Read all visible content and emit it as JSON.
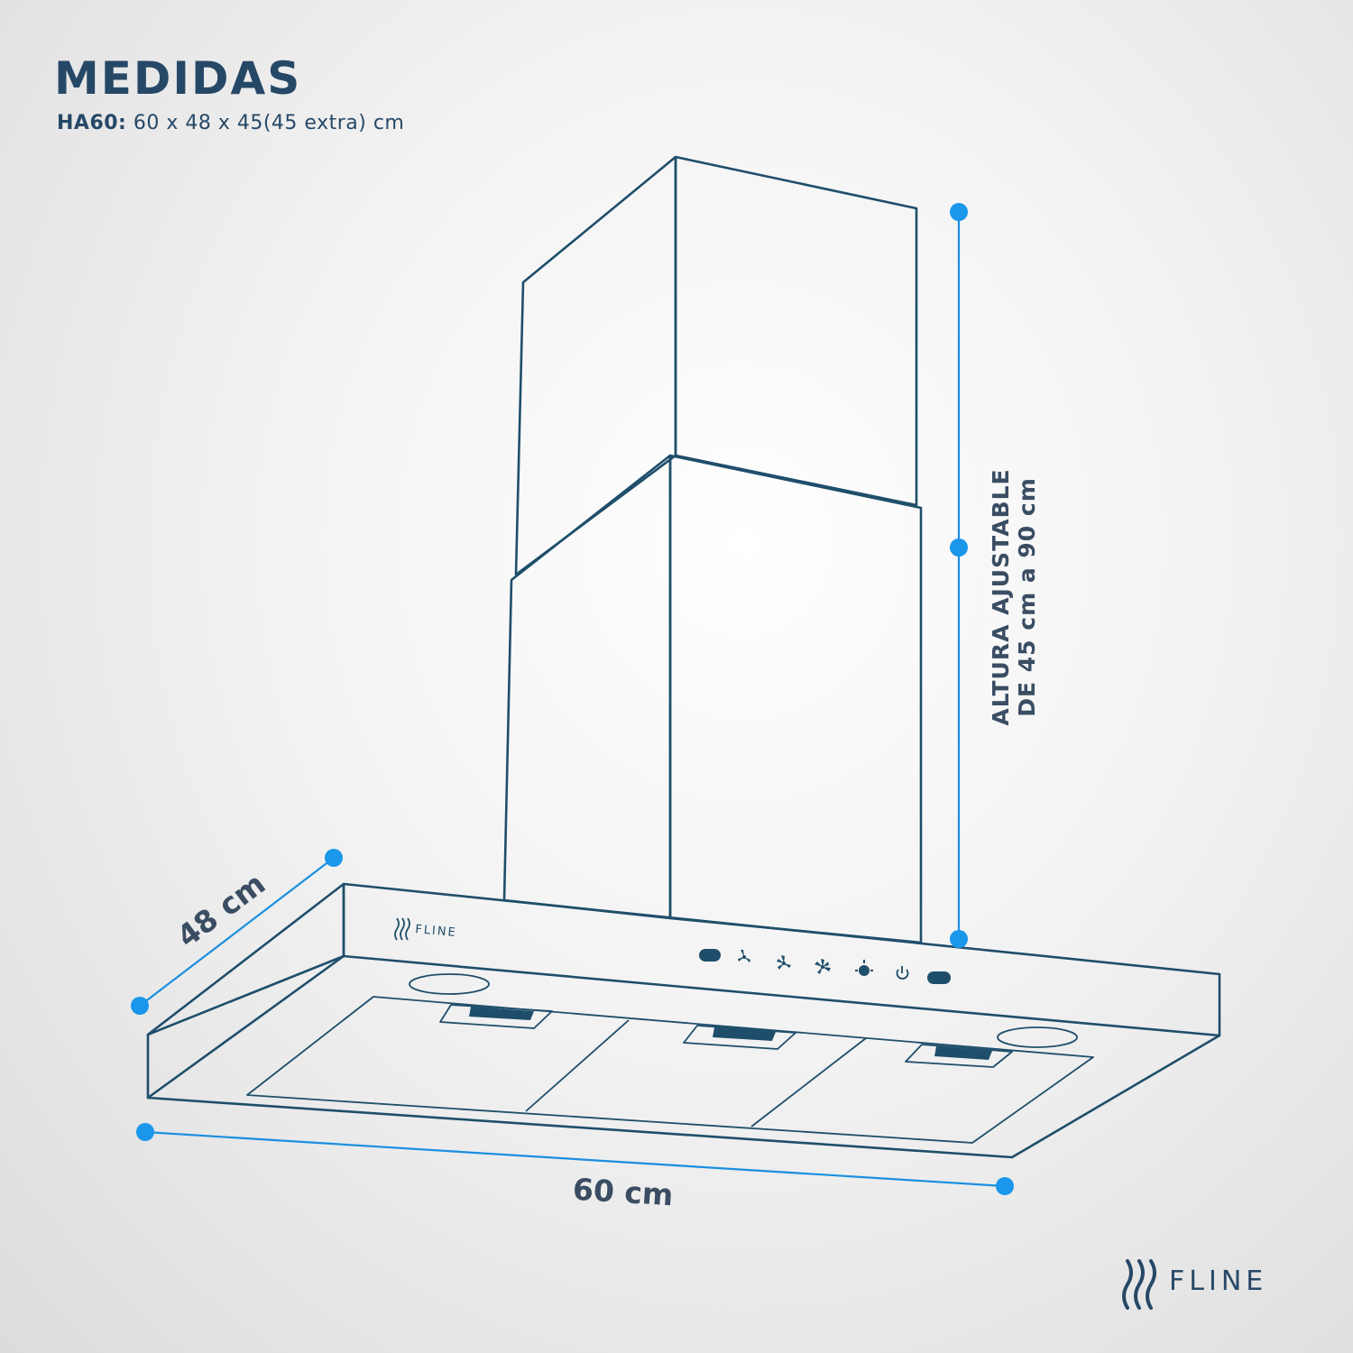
{
  "title": "MEDIDAS",
  "subtitle": {
    "model": "HA60:",
    "dims": "60 x 48 x 45(45 extra) cm"
  },
  "dimensions": {
    "depth": "48 cm",
    "width": "60 cm",
    "height_line1": "ALTURA AJUSTABLE",
    "height_line2": "DE 45 cm a 90 cm"
  },
  "brand": {
    "name": "FLINE"
  },
  "control_panel": {
    "icons": [
      "pill-indicator-icon",
      "fan-speed-1-icon",
      "fan-speed-2-icon",
      "fan-speed-3-icon",
      "light-icon",
      "power-icon",
      "pill-indicator-icon"
    ]
  },
  "colors": {
    "heading": "#264867",
    "outline": "#1f4e6b",
    "dimension": "#1a96ea",
    "dimension_label": "#3a4d63"
  }
}
